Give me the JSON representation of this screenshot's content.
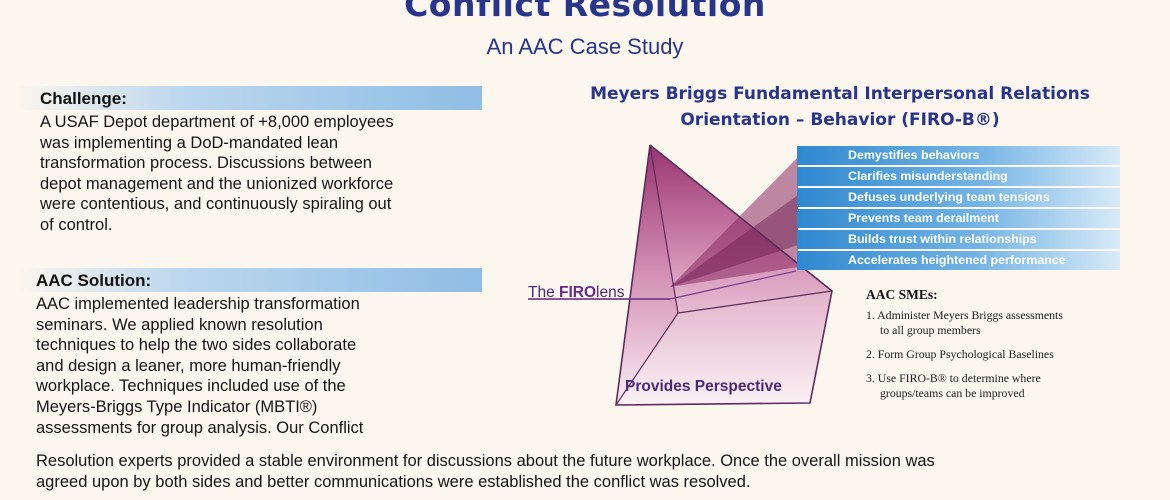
{
  "header": {
    "title": "Conflict Resolution",
    "subtitle": "An AAC Case Study"
  },
  "challenge": {
    "label": "Challenge:",
    "lines": [
      "A USAF Depot department of +8,000 employees",
      "was implementing a DoD-mandated lean",
      "transformation process. Discussions between",
      "depot management and the unionized workforce",
      "were contentious, and continuously spiraling out",
      "of control."
    ]
  },
  "solution": {
    "label": "AAC Solution:",
    "lines": [
      "AAC implemented leadership transformation",
      "seminars. We applied known resolution",
      "techniques to help the two sides collaborate",
      "and design a leaner, more human-friendly",
      "workplace. Techniques included use of the",
      "Meyers-Briggs Type Indicator (MBTI®)",
      "assessments for group analysis. Our Conflict"
    ],
    "wide_lines": [
      "Resolution experts provided a stable environment for discussions about the future workplace. Once the overall mission was",
      "agreed upon by both sides and better communications were established the conflict was resolved."
    ]
  },
  "diagram": {
    "title_line1": "Meyers Briggs Fundamental Interpersonal Relations",
    "title_line2": "Orientation – Behavior (FIRO-B®)",
    "benefits": [
      "Demystifies behaviors",
      "Clarifies misunderstanding",
      "Defuses underlying team tensions",
      "Prevents team derailment",
      "Builds trust within relationships",
      "Accelerates heightened performance"
    ],
    "lens_prefix": "The ",
    "lens_bold": "FIRO",
    "lens_suffix": " lens",
    "base_label": "Provides Perspective",
    "colors": {
      "band": "#3a8fd4",
      "pyramid": "#a8336c",
      "title": "#28358a"
    }
  },
  "smes": {
    "title": "AAC SMEs:",
    "items": [
      {
        "line1": "1. Administer Meyers Briggs assessments",
        "line2": "    to all group members"
      },
      {
        "line1": "2. Form Group Psychological Baselines",
        "line2": ""
      },
      {
        "line1": "3. Use FIRO-B® to determine where",
        "line2": "    groups/teams can be improved"
      }
    ]
  }
}
